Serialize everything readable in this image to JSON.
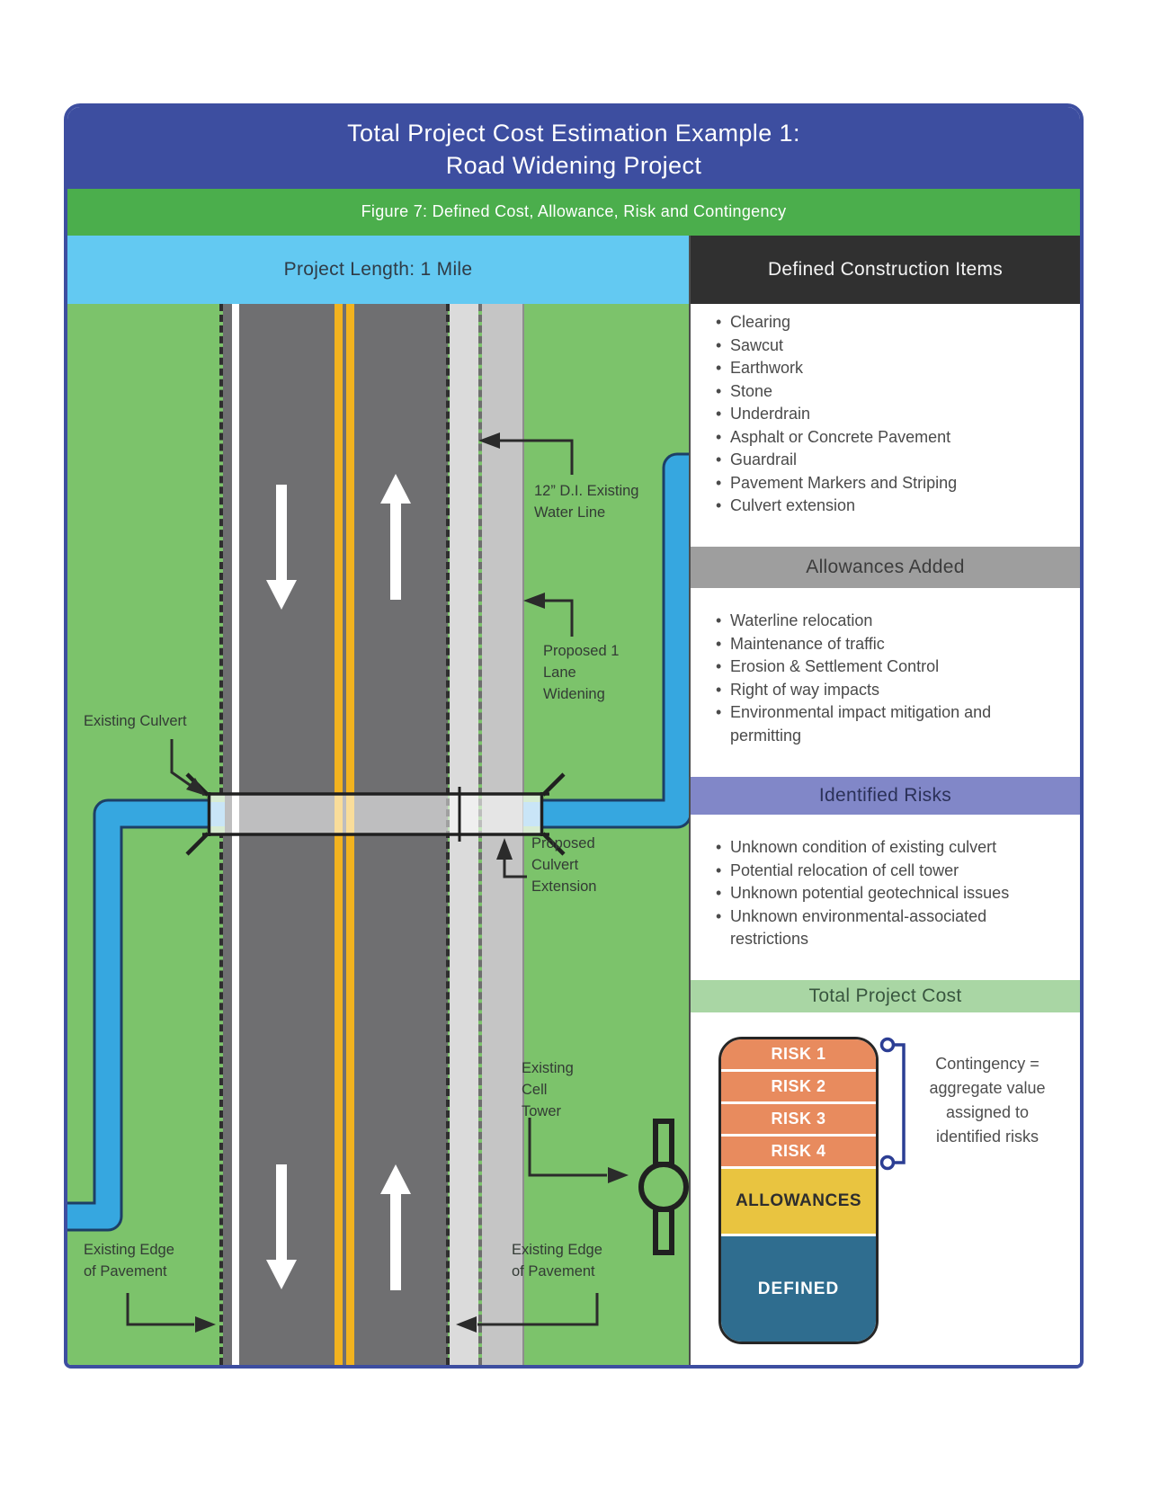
{
  "title": {
    "line1": "Total Project Cost Estimation Example 1:",
    "line2": "Road Widening Project"
  },
  "caption": "Figure 7: Defined Cost, Allowance, Risk and Contingency",
  "diagram": {
    "header": "Project Length: 1 Mile",
    "labels": {
      "water_line": {
        "lines": [
          "12” D.I. Existing",
          "Water Line"
        ]
      },
      "lane_widening": {
        "lines": [
          "Proposed 1",
          "Lane",
          "Widening"
        ]
      },
      "existing_culvert": {
        "lines": [
          "Existing Culvert"
        ]
      },
      "culvert_extension": {
        "lines": [
          "Proposed",
          "Culvert",
          "Extension"
        ]
      },
      "cell_tower": {
        "lines": [
          "Existing",
          "Cell",
          "Tower"
        ]
      },
      "eop_left": {
        "lines": [
          "Existing Edge",
          "of Pavement"
        ]
      },
      "eop_right": {
        "lines": [
          "Existing Edge",
          "of Pavement"
        ]
      }
    }
  },
  "sidebar": {
    "sections": [
      {
        "title": "Defined Construction Items",
        "items": [
          "Clearing",
          "Sawcut",
          "Earthwork",
          "Stone",
          "Underdrain",
          "Asphalt or Concrete Pavement",
          "Guardrail",
          "Pavement Markers and Striping",
          "Culvert extension"
        ]
      },
      {
        "title": "Allowances Added",
        "items": [
          "Waterline relocation",
          "Maintenance of traffic",
          "Erosion & Settlement Control",
          "Right of way impacts",
          "Environmental impact mitigation and permitting"
        ]
      },
      {
        "title": "Identified Risks",
        "items": [
          "Unknown condition of existing culvert",
          "Potential relocation of cell tower",
          "Unknown potential geotechnical issues",
          "Unknown environmental-associated restrictions"
        ]
      },
      {
        "title": "Total Project Cost"
      }
    ],
    "stack": {
      "risks": [
        "RISK 1",
        "RISK 2",
        "RISK 3",
        "RISK 4"
      ],
      "allowances": "ALLOWANCES",
      "defined": "DEFINED",
      "annotation": [
        "Contingency =",
        "aggregate value",
        "assigned to",
        "identified risks"
      ]
    }
  },
  "colors": {
    "accentBlue": "#3D4EA0",
    "captionGreen": "#4BAE4C",
    "lightBlue": "#63C9F2",
    "darkHeader": "#303030",
    "grayHeader": "#9E9E9E",
    "purpleHeader": "#8187C8",
    "lightGreenHeader": "#A9D6A4",
    "fieldGreen": "#7CC36B",
    "road": "#6F6F71",
    "widening": "#C5C5C5",
    "shoulder": "#DBDBDB",
    "laneYellow": "#F2B31F",
    "stream": "#36A7E0",
    "streamEdge": "#1d3f66",
    "riskOrange": "#E88B5E",
    "allowYellow": "#E9C440",
    "definedTeal": "#2F6D8F",
    "bracketBlue": "#2C3E94"
  }
}
